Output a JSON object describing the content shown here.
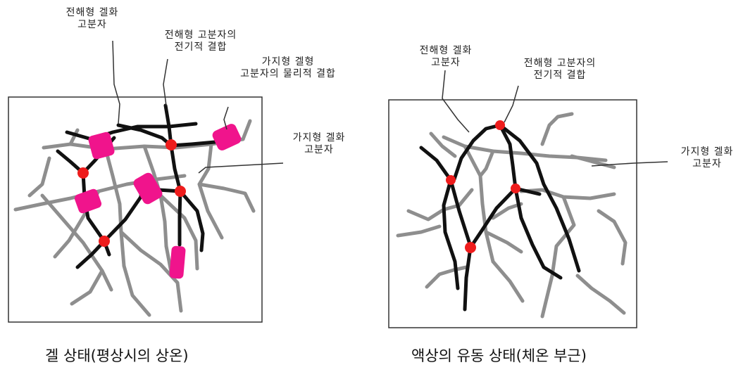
{
  "colors": {
    "electrolyte_polymer": "#111111",
    "branched_polymer": "#8e8e8e",
    "electrical_bond": "#ee1c1c",
    "physical_bond": "#f0148c",
    "frame": "#333333"
  },
  "left_panel": {
    "label_electrolyte_polymer": [
      "전해형 겔화",
      "고분자"
    ],
    "label_electrical_bond": [
      "전해형 고분자의",
      "전기적 결합"
    ],
    "label_physical_bond": [
      "가지형 겔형",
      "고분자의 물리적 결합"
    ],
    "label_branched_polymer": [
      "가지형 겔화",
      "고분자"
    ],
    "caption": "겔 상태(평상시의 상온)"
  },
  "right_panel": {
    "label_electrolyte_polymer": [
      "전해형 겔화",
      "고분자"
    ],
    "label_electrical_bond": [
      "전해형 고분자의",
      "전기적 결합"
    ],
    "label_branched_polymer": [
      "가지형 겔화",
      "고분자"
    ],
    "caption": "액상의 유동 상태(체온 부근)"
  }
}
